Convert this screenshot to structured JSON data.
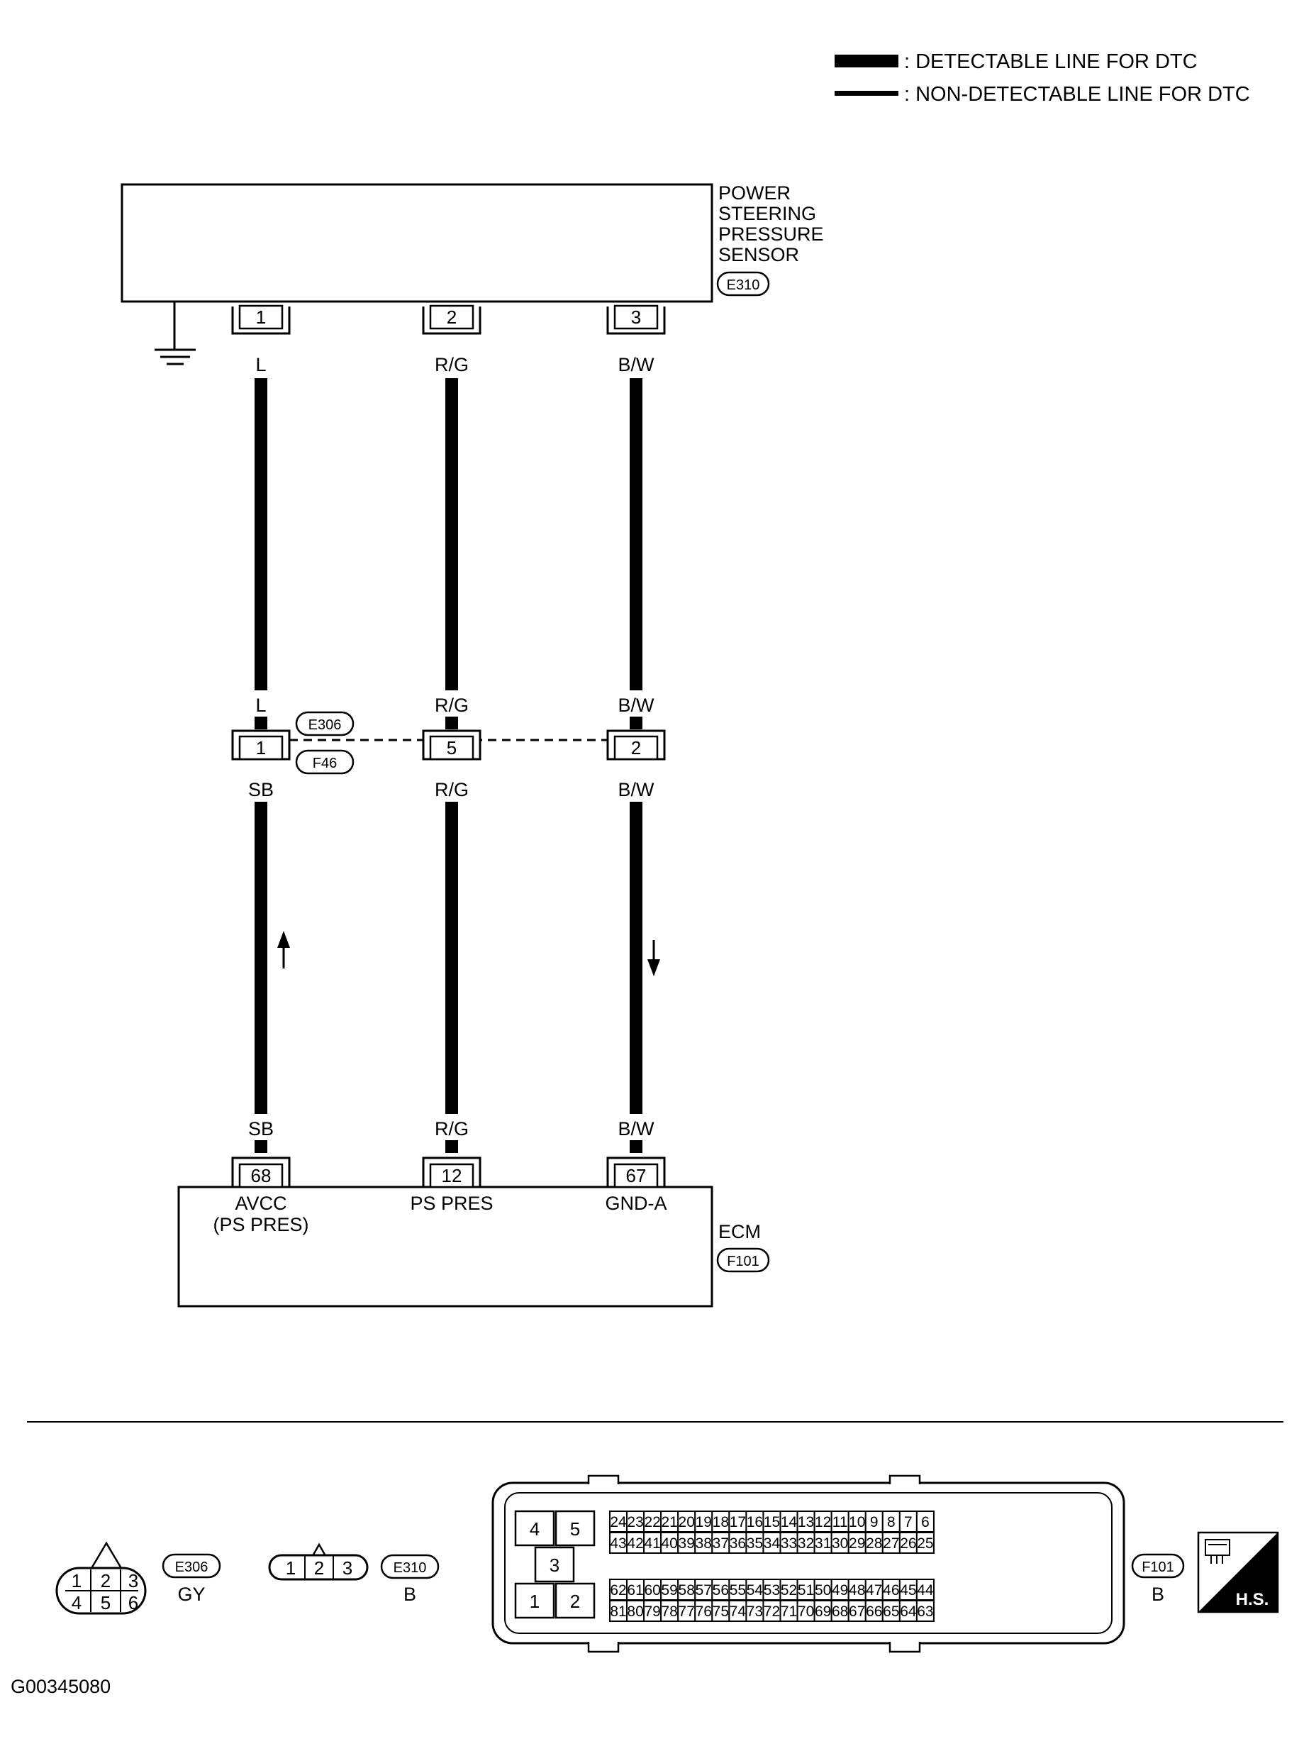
{
  "legend": {
    "detectable": ": DETECTABLE LINE FOR DTC",
    "non_detectable": ": NON-DETECTABLE LINE FOR DTC"
  },
  "sensor": {
    "name_lines": [
      "POWER",
      "STEERING",
      "PRESSURE",
      "SENSOR"
    ],
    "connector": "E310",
    "pins": [
      "1",
      "2",
      "3"
    ]
  },
  "wires": {
    "upper": [
      "L",
      "R/G",
      "B/W"
    ],
    "joint_upper": [
      "L",
      "R/G",
      "B/W"
    ],
    "joint_lower": [
      "SB",
      "R/G",
      "B/W"
    ],
    "lower": [
      "SB",
      "R/G",
      "B/W"
    ]
  },
  "joint": {
    "connector_upper": "E306",
    "connector_lower": "F46",
    "pins": [
      "1",
      "5",
      "2"
    ]
  },
  "ecm": {
    "name": "ECM",
    "connector": "F101",
    "pins": [
      "68",
      "12",
      "67"
    ],
    "terminal_labels": [
      "AVCC",
      "PS PRES",
      "GND-A"
    ],
    "terminal_sublabel": "(PS PRES)"
  },
  "connector_views": {
    "e306": {
      "id": "E306",
      "color": "GY",
      "pins": [
        "1",
        "2",
        "3",
        "4",
        "5",
        "6"
      ]
    },
    "e310": {
      "id": "E310",
      "color": "B",
      "pins": [
        "1",
        "2",
        "3"
      ]
    },
    "f101": {
      "id": "F101",
      "color": "B",
      "power_pins": [
        "4",
        "5",
        "3",
        "1",
        "2"
      ],
      "rows": [
        [
          "24",
          "23",
          "22",
          "21",
          "20",
          "19",
          "18",
          "17",
          "16",
          "15",
          "14",
          "13",
          "12",
          "11",
          "10",
          "9",
          "8",
          "7",
          "6"
        ],
        [
          "43",
          "42",
          "41",
          "40",
          "39",
          "38",
          "37",
          "36",
          "35",
          "34",
          "33",
          "32",
          "31",
          "30",
          "29",
          "28",
          "27",
          "26",
          "25"
        ],
        [
          "62",
          "61",
          "60",
          "59",
          "58",
          "57",
          "56",
          "55",
          "54",
          "53",
          "52",
          "51",
          "50",
          "49",
          "48",
          "47",
          "46",
          "45",
          "44"
        ],
        [
          "81",
          "80",
          "79",
          "78",
          "77",
          "76",
          "75",
          "74",
          "73",
          "72",
          "71",
          "70",
          "69",
          "68",
          "67",
          "66",
          "65",
          "64",
          "63"
        ]
      ]
    }
  },
  "hs_badge": "H.S.",
  "figure_id": "G00345080"
}
